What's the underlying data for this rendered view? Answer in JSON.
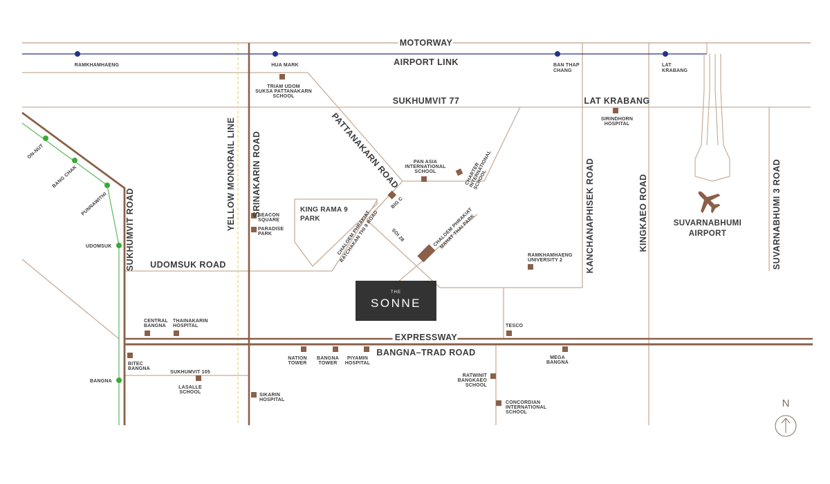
{
  "colors": {
    "road": "#c8ad98",
    "main_road": "#8a6048",
    "airport_link": "#2b2f8f",
    "station_airport": "#25308a",
    "station_bts": "#3aaa35",
    "bts_line": "#5cb85c",
    "monorail": "#e6e070",
    "poi": "#8a6048",
    "brand_bg": "#333333",
    "text": "#3a3a3a"
  },
  "roads": {
    "motorway": "MOTORWAY",
    "airport_link": "AIRPORT LINK",
    "sukhumvit_77": "SUKHUMVIT 77",
    "lat_krabang": "LAT KRABANG",
    "pattanakarn": "PATTANAKARN ROAD",
    "srinakarin": "SRINAKARIN ROAD",
    "yellow_monorail": "YELLOW MONORAIL LINE",
    "sukhumvit": "SUKHUMVIT ROAD",
    "udomsuk": "UDOMSUK ROAD",
    "expressway": "EXPRESSWAY",
    "bangna_trad": "BANGNA–TRAD ROAD",
    "kanchanaphisek": "KANCHANAPHISEK ROAD",
    "kingkaeo": "KINGKAEO ROAD",
    "suvarnabhumi_3": "SUVARNABHUMI 3 ROAD",
    "sukhumvit_105": "SUKHUMVIT 105",
    "soi_28": "SOI 28",
    "chaloem_ratchakan_1": "CHALOEM PHRAKIAT",
    "chaloem_ratchakan_2": "RATCHAKAN THI 9 ROAD",
    "chaloem_maha_1": "CHALOEM PHRAKIAT",
    "chaloem_maha_2": "MAHAT THAI PARK"
  },
  "stations": {
    "ramkhamhaeng": "RAMKHAMHAENG",
    "hua_mark": "HUA MARK",
    "ban_thap_chang_1": "BAN THAP",
    "ban_thap_chang_2": "CHANG",
    "lat_krabang_1": "LAT",
    "lat_krabang_2": "KRABANG",
    "on_nut": "ON-NUT",
    "bang_chak": "BANG CHAK",
    "punnawithi": "PUNNAWITHI",
    "udomsuk": "UDOMSUK",
    "bangna": "BANGNA"
  },
  "pois": {
    "triam_1": "TRIAM UDOM",
    "triam_2": "SUKSA PATTANAKARN",
    "triam_3": "SCHOOL",
    "sirindhorn_1": "SIRINDHORN",
    "sirindhorn_2": "HOSPITAL",
    "pan_asia_1": "PAN ASIA",
    "pan_asia_2": "INTERNATIONAL",
    "pan_asia_3": "SCHOOL",
    "charter_1": "CHARTER",
    "charter_2": "INTERNATIONAL",
    "charter_3": "SCHOOL",
    "big_c": "BIG C",
    "seacon_1": "SEACON",
    "seacon_2": "SQUARE",
    "paradise_1": "PARADISE",
    "paradise_2": "PARK",
    "park_1": "KING RAMA 9",
    "park_2": "PARK",
    "ramkhamhaeng_u_1": "RAMKHAMHAENG",
    "ramkhamhaeng_u_2": "UNIVERSITY 2",
    "central_1": "CENTRAL",
    "central_2": "BANGNA",
    "thainakarin_1": "THAINAKARIN",
    "thainakarin_2": "HOSPITAL",
    "tesco": "TESCO",
    "bitec_1": "BITEC",
    "bitec_2": "BANGNA",
    "lasalle_1": "LASALLE",
    "lasalle_2": "SCHOOL",
    "sikarin_1": "SIKARIN",
    "sikarin_2": "HOSPITAL",
    "nation_1": "NATION",
    "nation_2": "TOWER",
    "bangna_tower_1": "BANGNA",
    "bangna_tower_2": "TOWER",
    "piyamin_1": "PIYAMIN",
    "piyamin_2": "HOSPITAL",
    "ratwinit_1": "RATWINIT",
    "ratwinit_2": "BANGKAEO",
    "ratwinit_3": "SCHOOL",
    "concordian_1": "CONCORDIAN",
    "concordian_2": "INTERNATIONAL",
    "concordian_3": "SCHOOL",
    "mega_1": "MEGA",
    "mega_2": "BANGNA"
  },
  "airport": {
    "name_1": "SUVARNABHUMI",
    "name_2": "AIRPORT",
    "icon": "airplane-icon"
  },
  "brand": {
    "prefix": "THE",
    "name": "SONNE"
  },
  "compass": {
    "label": "N",
    "icon": "north-arrow-icon"
  }
}
